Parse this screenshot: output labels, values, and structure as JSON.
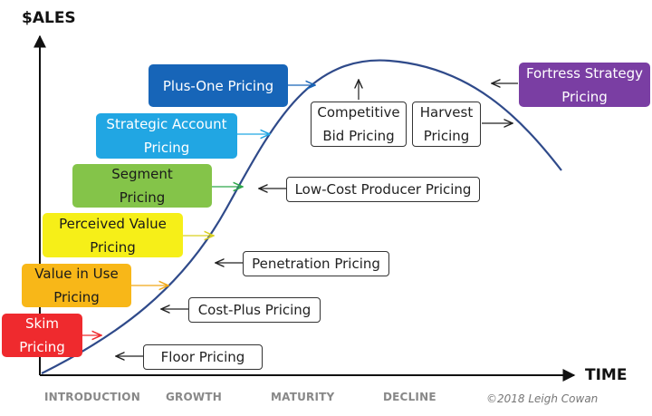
{
  "axes": {
    "y_label": "$ALES",
    "x_label": "TIME"
  },
  "stages": [
    "INTRODUCTION",
    "GROWTH",
    "MATURITY",
    "DECLINE"
  ],
  "credit": "©2018 Leigh Cowan",
  "colors": {
    "curve": "#2f4a8a",
    "plus_one": "#1765b8",
    "strategic_account": "#21a6e3",
    "segment": "#84c449",
    "perceived_value": "#f6ef18",
    "value_in_use": "#f8b718",
    "skim": "#ef2a2e",
    "fortress": "#7a3ea3"
  },
  "filled_boxes": {
    "plus_one": "Plus-One Pricing",
    "strategic_account": "Strategic Account Pricing",
    "segment": "Segment Pricing",
    "perceived_value": "Perceived Value Pricing",
    "value_in_use": "Value in Use Pricing",
    "skim": "Skim Pricing",
    "fortress": "Fortress Strategy Pricing"
  },
  "outlined_boxes": {
    "competitive_bid": "Competitive Bid Pricing",
    "harvest": "Harvest Pricing",
    "low_cost_producer": "Low-Cost Producer Pricing",
    "penetration": "Penetration Pricing",
    "cost_plus": "Cost-Plus Pricing",
    "floor": "Floor Pricing"
  }
}
